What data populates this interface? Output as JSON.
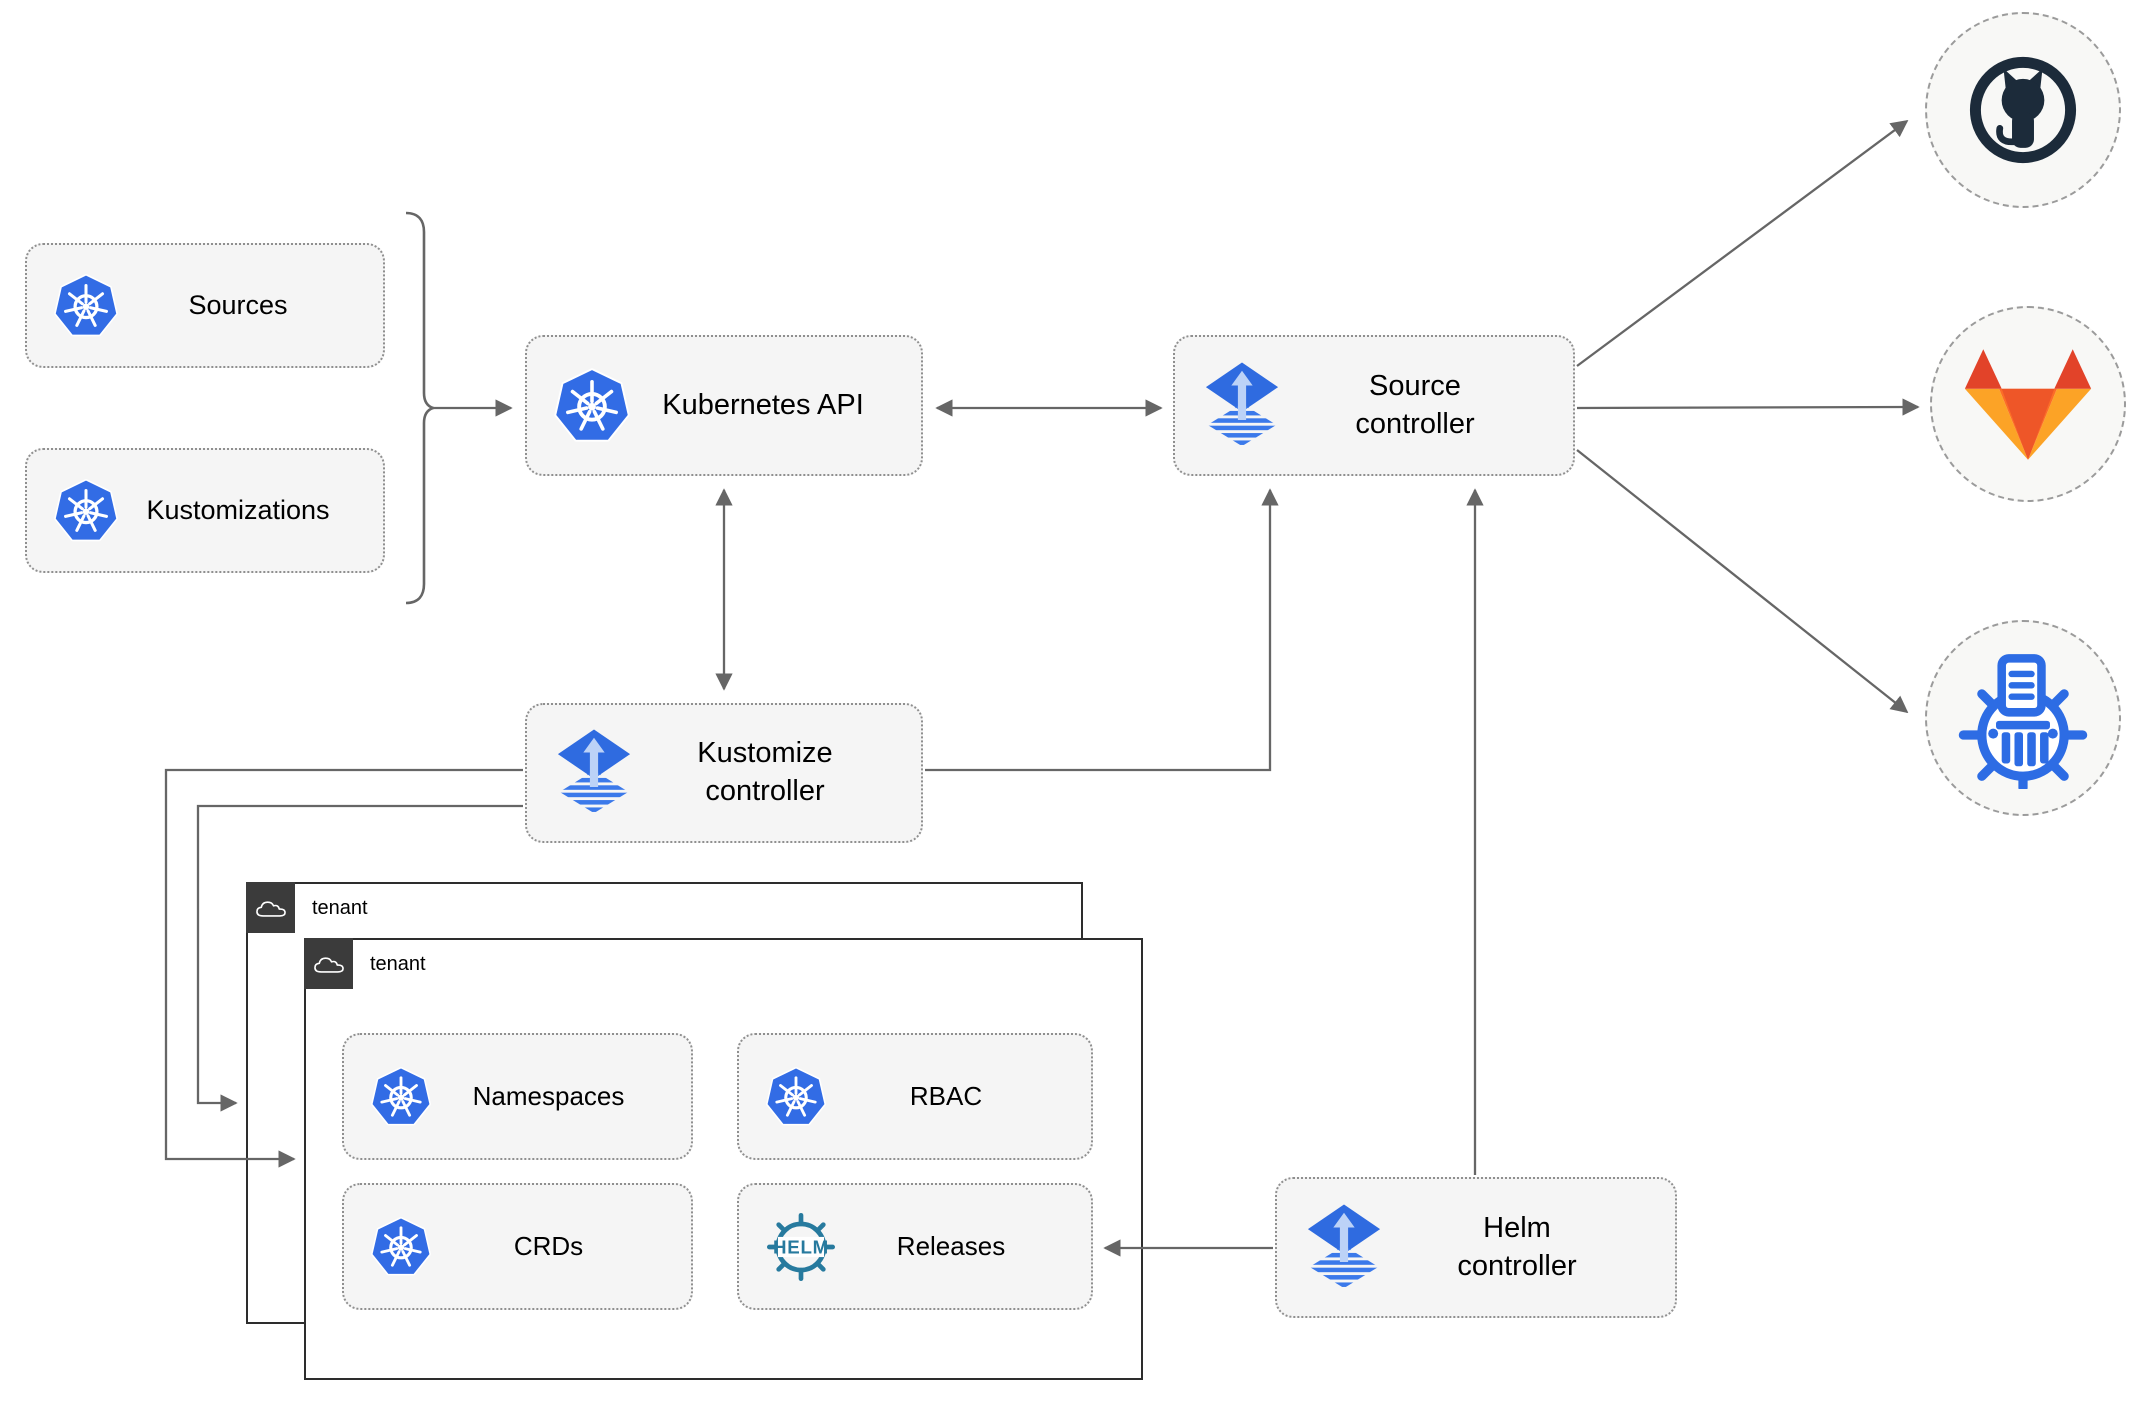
{
  "diagram": {
    "nodes": {
      "sources": {
        "label": "Sources",
        "icon": "kubernetes-icon"
      },
      "kustomizations": {
        "label": "Kustomizations",
        "icon": "kubernetes-icon"
      },
      "kubernetes_api": {
        "label": "Kubernetes API",
        "icon": "kubernetes-icon"
      },
      "source_controller": {
        "label": "Source controller",
        "icon": "flux-icon"
      },
      "kustomize_controller": {
        "label": "Kustomize controller",
        "icon": "flux-icon"
      },
      "helm_controller": {
        "label": "Helm controller",
        "icon": "flux-icon"
      },
      "namespaces": {
        "label": "Namespaces",
        "icon": "kubernetes-icon"
      },
      "rbac": {
        "label": "RBAC",
        "icon": "kubernetes-icon"
      },
      "crds": {
        "label": "CRDs",
        "icon": "kubernetes-icon"
      },
      "releases": {
        "label": "Releases",
        "icon": "helm-icon"
      }
    },
    "containers": {
      "tenant_outer": {
        "label": "tenant",
        "icon": "cloud-icon"
      },
      "tenant_inner": {
        "label": "tenant",
        "icon": "cloud-icon"
      }
    },
    "endpoints": {
      "github": {
        "icon": "github-icon"
      },
      "gitlab": {
        "icon": "gitlab-icon"
      },
      "bucket": {
        "icon": "bucket-registry-icon"
      }
    },
    "colors": {
      "kubernetes_blue": "#326ce5",
      "flux_blue": "#2f6be0",
      "flux_light_blue": "#bcd2f7",
      "helm_teal": "#277a9e",
      "github_dark": "#1c2b3a",
      "gitlab_red": "#e24329",
      "gitlab_orange": "#fc6d26",
      "gitlab_amber": "#fca326",
      "bucket_blue": "#2d6ce4",
      "connector_gray": "#666666",
      "node_fill": "#f5f5f5",
      "node_border": "#8f8f8f",
      "tenant_border": "#2d2d2d",
      "tenant_tab_background": "#3b3b3b"
    }
  }
}
